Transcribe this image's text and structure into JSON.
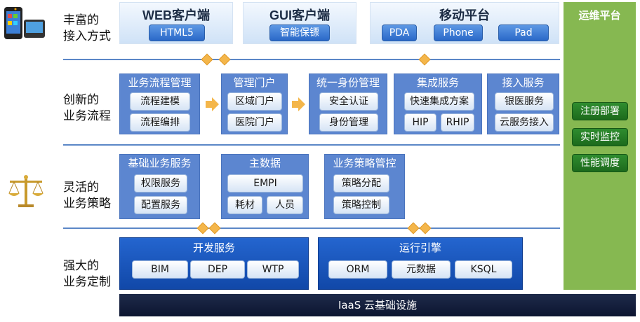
{
  "rows": {
    "access": "丰富的\n接入方式",
    "process": "创新的\n业务流程",
    "policy": "灵活的\n业务策略",
    "custom": "强大的\n业务定制"
  },
  "top": {
    "web": {
      "title": "WEB客户端",
      "chip": "HTML5"
    },
    "gui": {
      "title": "GUI客户端",
      "chip": "智能保镖"
    },
    "mobile": {
      "title": "移动平台",
      "chips": [
        "PDA",
        "Phone",
        "Pad"
      ]
    }
  },
  "process": {
    "flow": {
      "title": "业务流程管理",
      "chips": [
        "流程建模",
        "流程编排"
      ]
    },
    "portal": {
      "title": "管理门户",
      "chips": [
        "区域门户",
        "医院门户"
      ]
    },
    "identity": {
      "title": "统一身份管理",
      "chips": [
        "安全认证",
        "身份管理"
      ]
    },
    "integration": {
      "title": "集成服务",
      "chips": [
        "快速集成方案",
        "HIP",
        "RHIP"
      ]
    },
    "access": {
      "title": "接入服务",
      "chips": [
        "银医服务",
        "云服务接入"
      ]
    }
  },
  "policy": {
    "basic": {
      "title": "基础业务服务",
      "chips": [
        "权限服务",
        "配置服务"
      ]
    },
    "master": {
      "title": "主数据",
      "chips": [
        "EMPI",
        "耗材",
        "人员"
      ]
    },
    "strategy": {
      "title": "业务策略管控",
      "chips": [
        "策略分配",
        "策略控制"
      ]
    }
  },
  "custom": {
    "dev": {
      "title": "开发服务",
      "chips": [
        "BIM",
        "DEP",
        "WTP"
      ]
    },
    "engine": {
      "title": "运行引擎",
      "chips": [
        "ORM",
        "元数据",
        "KSQL"
      ]
    }
  },
  "ops": {
    "title": "运维平台",
    "chips": [
      "注册部署",
      "实时监控",
      "性能调度"
    ]
  },
  "iaas": "IaaS 云基础设施",
  "icons": [
    "mobile-devices-icon",
    "balance-scale-icon",
    "arrow-right-icon",
    "diamond-arrow-icon"
  ],
  "colors": {
    "ops_green": "#86b851",
    "group_blue": "#5c86d0",
    "dark_blue": "#1148a8",
    "arrow_orange": "#f4b64a"
  }
}
